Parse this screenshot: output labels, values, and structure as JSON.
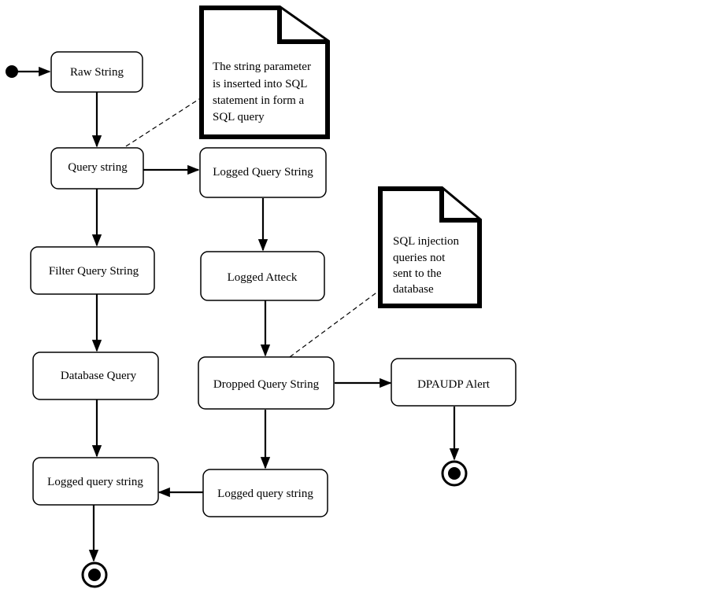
{
  "nodes": {
    "raw_string": "Raw String",
    "query_string": "Query string",
    "filter_query_string": "Filter Query String",
    "database_query": "Database Query",
    "logged_query_string_left": "Logged query string",
    "logged_query_string_upper": "Logged Query String",
    "logged_attack": "Logged Atteck",
    "dropped_query_string": "Dropped Query String",
    "dpaudp_alert": "DPAUDP Alert",
    "logged_query_string_right": "Logged query string"
  },
  "notes": {
    "note_sql_insert": {
      "lines": [
        "The string parameter",
        "is inserted into SQL",
        "statement in form a",
        "SQL query"
      ]
    },
    "note_injection": {
      "lines": [
        "SQL injection",
        "queries not",
        "sent to the",
        "database"
      ]
    }
  },
  "colors": {
    "stroke": "#000000",
    "background": "#ffffff"
  }
}
